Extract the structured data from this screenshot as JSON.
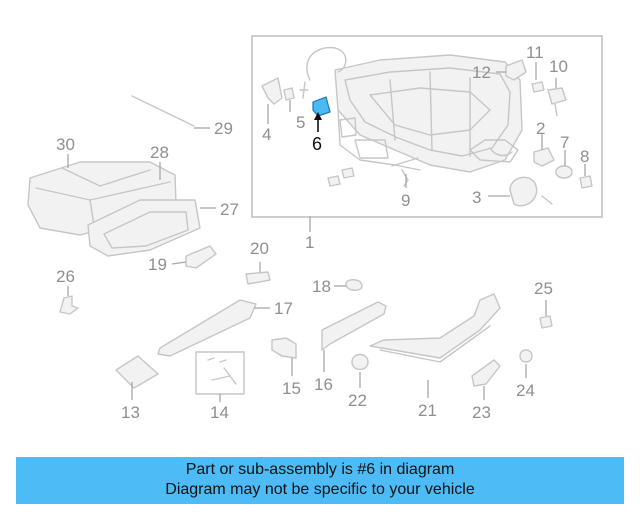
{
  "callouts": {
    "p1": "1",
    "p2": "2",
    "p3": "3",
    "p4": "4",
    "p5": "5",
    "p6": "6",
    "p7": "7",
    "p8": "8",
    "p9": "9",
    "p10": "10",
    "p11": "11",
    "p12": "12",
    "p13": "13",
    "p14": "14",
    "p15": "15",
    "p16": "16",
    "p17": "17",
    "p18": "18",
    "p19": "19",
    "p20": "20",
    "p21": "21",
    "p22": "22",
    "p23": "23",
    "p24": "24",
    "p25": "25",
    "p26": "26",
    "p27": "27",
    "p28": "28",
    "p29": "29",
    "p30": "30"
  },
  "highlight": {
    "part_number": "6",
    "color": "#4bb9f2"
  },
  "banner": {
    "line1": "Part or sub-assembly is #6 in diagram",
    "line2": "Diagram may not be specific to your vehicle",
    "color": "#4dbbf5"
  }
}
